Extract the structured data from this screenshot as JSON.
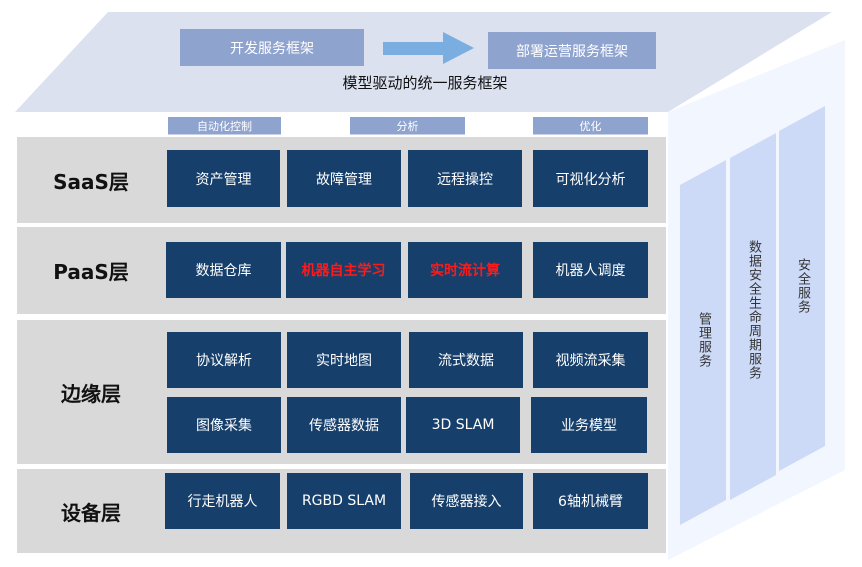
{
  "top": {
    "dev_framework": "开发服务框架",
    "deploy_framework": "部署运营服务框架",
    "subtitle": "模型驱动的统一服务框架"
  },
  "tags": [
    "自动化控制",
    "分析",
    "优化"
  ],
  "layers": [
    {
      "label": "SaaS层",
      "items": [
        {
          "text": "资产管理"
        },
        {
          "text": "故障管理"
        },
        {
          "text": "远程操控"
        },
        {
          "text": "可视化分析"
        }
      ]
    },
    {
      "label": "PaaS层",
      "items": [
        {
          "text": "数据仓库"
        },
        {
          "text": "机器自主学习",
          "highlight": true
        },
        {
          "text": "实时流计算",
          "highlight": true
        },
        {
          "text": "机器人调度"
        }
      ]
    },
    {
      "label": "边缘层",
      "items": [
        {
          "text": "协议解析"
        },
        {
          "text": "实时地图"
        },
        {
          "text": "流式数据"
        },
        {
          "text": "视频流采集"
        },
        {
          "text": "图像采集"
        },
        {
          "text": "传感器数据"
        },
        {
          "text": "3D SLAM"
        },
        {
          "text": "业务模型"
        }
      ]
    },
    {
      "label": "设备层",
      "items": [
        {
          "text": "行走机器人"
        },
        {
          "text": "RGBD SLAM"
        },
        {
          "text": "传感器接入"
        },
        {
          "text": "6轴机械臂"
        }
      ]
    }
  ],
  "side_services": [
    "管理服务",
    "数据安全生命周期服务",
    "安全服务"
  ],
  "colors": {
    "box": "#173f6b",
    "highlight": "#ff1a1a",
    "top_face": "#dce1ef",
    "tag": "#8fa3cf",
    "row": "#d9d9d9",
    "side": "#ccdaf7",
    "arrow": "#7aaee0"
  }
}
